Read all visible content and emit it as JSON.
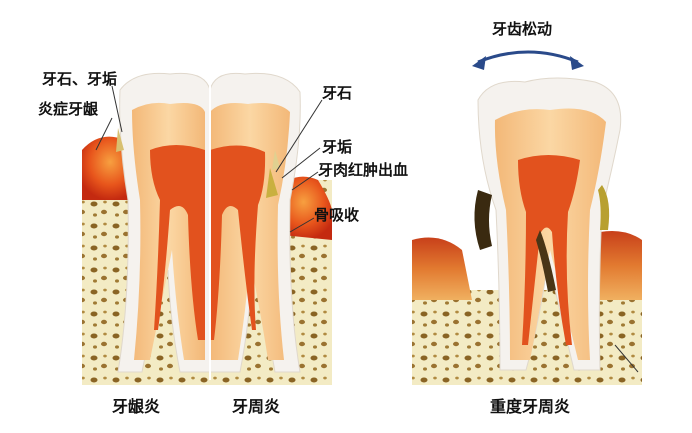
{
  "labels": {
    "calculus_plaque": "牙石、牙垢",
    "gingivitis": "炎症牙龈",
    "calculus": "牙石",
    "plaque": "牙垢",
    "gum_bleeding": "牙肉红肿出血",
    "bone_resorption": "骨吸收",
    "tooth_loosening": "牙齿松动"
  },
  "captions": {
    "gingivitis": "牙龈炎",
    "periodontitis": "牙周炎",
    "severe_periodontitis": "重度牙周炎"
  },
  "colors": {
    "enamel": "#f4f1ec",
    "dentin": "#f7c48a",
    "pulp": "#e0501a",
    "gum": "#e0401c",
    "bone": "#f0e6b8",
    "bone_dots": "#7a5a20",
    "arrow": "#2a4a8a"
  }
}
